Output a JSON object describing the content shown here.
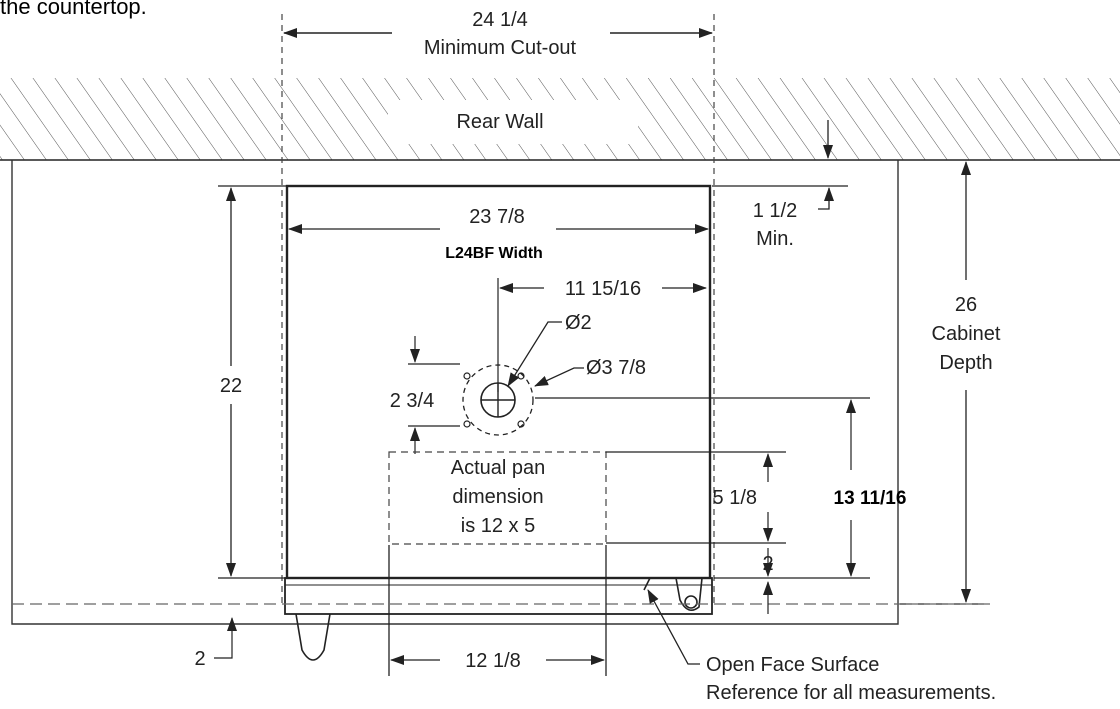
{
  "intro_text": "the countertop.",
  "wall_label": "Rear Wall",
  "cutout": {
    "value": "24 1/4",
    "label": "Minimum Cut-out"
  },
  "unit_width": {
    "value": "23 7/8",
    "label": "L24BF  Width"
  },
  "center_offset": "11 15/16",
  "drain_diameter": "Ø2",
  "flange_diameter": "Ø3 7/8",
  "drain_vertical": "2 3/4",
  "unit_depth": "22",
  "rear_clearance": {
    "value": "1 1/2",
    "label": "Min."
  },
  "cabinet_depth": {
    "value": "26",
    "label_line1": "Cabinet",
    "label_line2": "Depth"
  },
  "pan_note": {
    "line1": "Actual pan",
    "line2": "dimension",
    "line3": "is 12 x 5"
  },
  "pan_depth": "5 1/8",
  "pan_front_gap": "2",
  "drain_to_front": "13 11/16",
  "front_offset": "2",
  "pan_width": "12 1/8",
  "reference_note": {
    "line1": "Open Face Surface",
    "line2": "Reference for all measurements."
  }
}
